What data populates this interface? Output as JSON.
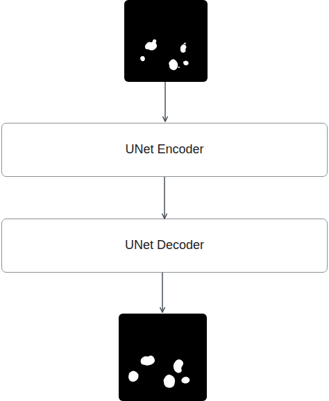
{
  "diagram": {
    "nodes": [
      {
        "text": [
          "UNet Encoder"
        ]
      },
      {
        "text": [
          "UNet Decoder"
        ]
      }
    ],
    "edges": [
      {
        "from": 0,
        "to": 1,
        "arrow": "to"
      }
    ]
  }
}
